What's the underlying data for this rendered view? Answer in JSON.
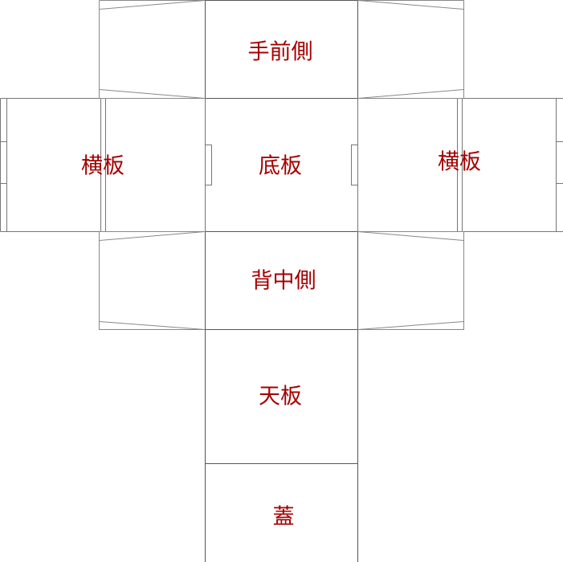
{
  "panels": {
    "front_side": "手前側",
    "bottom": "底板",
    "side_left": "横板",
    "side_right": "横板",
    "back_side": "背中側",
    "top": "天板",
    "lid": "蓋"
  },
  "colors": {
    "line": "#555555",
    "line_light": "#8a8a8a",
    "label": "#a40000",
    "background": "#ffffff"
  }
}
